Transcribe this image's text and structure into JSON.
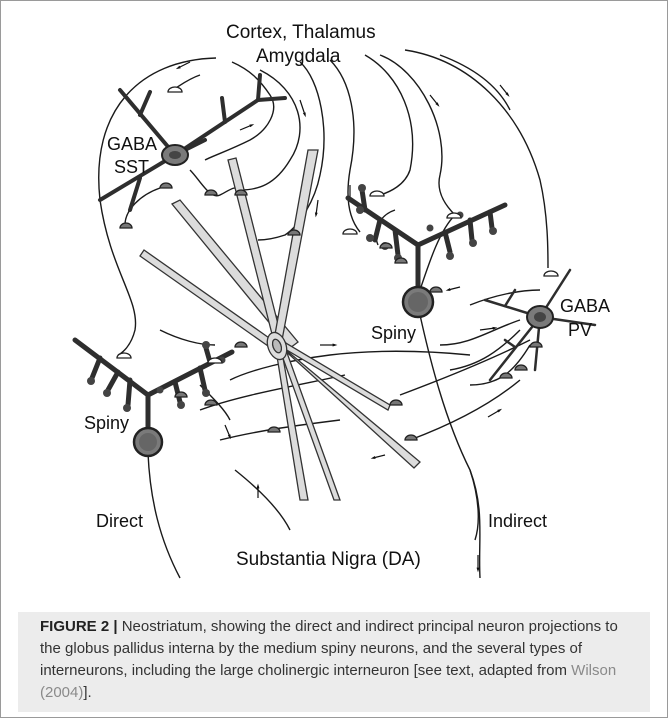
{
  "labels": {
    "input_source_line1": "Cortex, Thalamus",
    "input_source_line2": "Amygdala",
    "gaba_sst_line1": "GABA",
    "gaba_sst_line2": "SST",
    "gaba_pv_line1": "GABA",
    "gaba_pv_line2": "PV",
    "spiny_right": "Spiny",
    "spiny_left": "Spiny",
    "direct": "Direct",
    "indirect": "Indirect",
    "substantia_nigra": "Substantia Nigra (DA)"
  },
  "caption": {
    "figure_label": "FIGURE 2 |",
    "text_before_cite": " Neostriatum, showing the direct and indirect principal neuron projections to the globus pallidus interna by the medium spiny neurons, and the several types of interneurons, including the large cholinergic interneuron [see text, adapted from ",
    "citation": "Wilson (2004)",
    "text_after_cite": "]."
  },
  "colors": {
    "neuron_soma": "#7a7a7a",
    "dendrite": "#2e2e2e",
    "axon": "#1a1a1a",
    "cholinergic_fill": "#dcdcdc",
    "caption_bg": "#ececec",
    "citation": "#8a8a8a"
  }
}
